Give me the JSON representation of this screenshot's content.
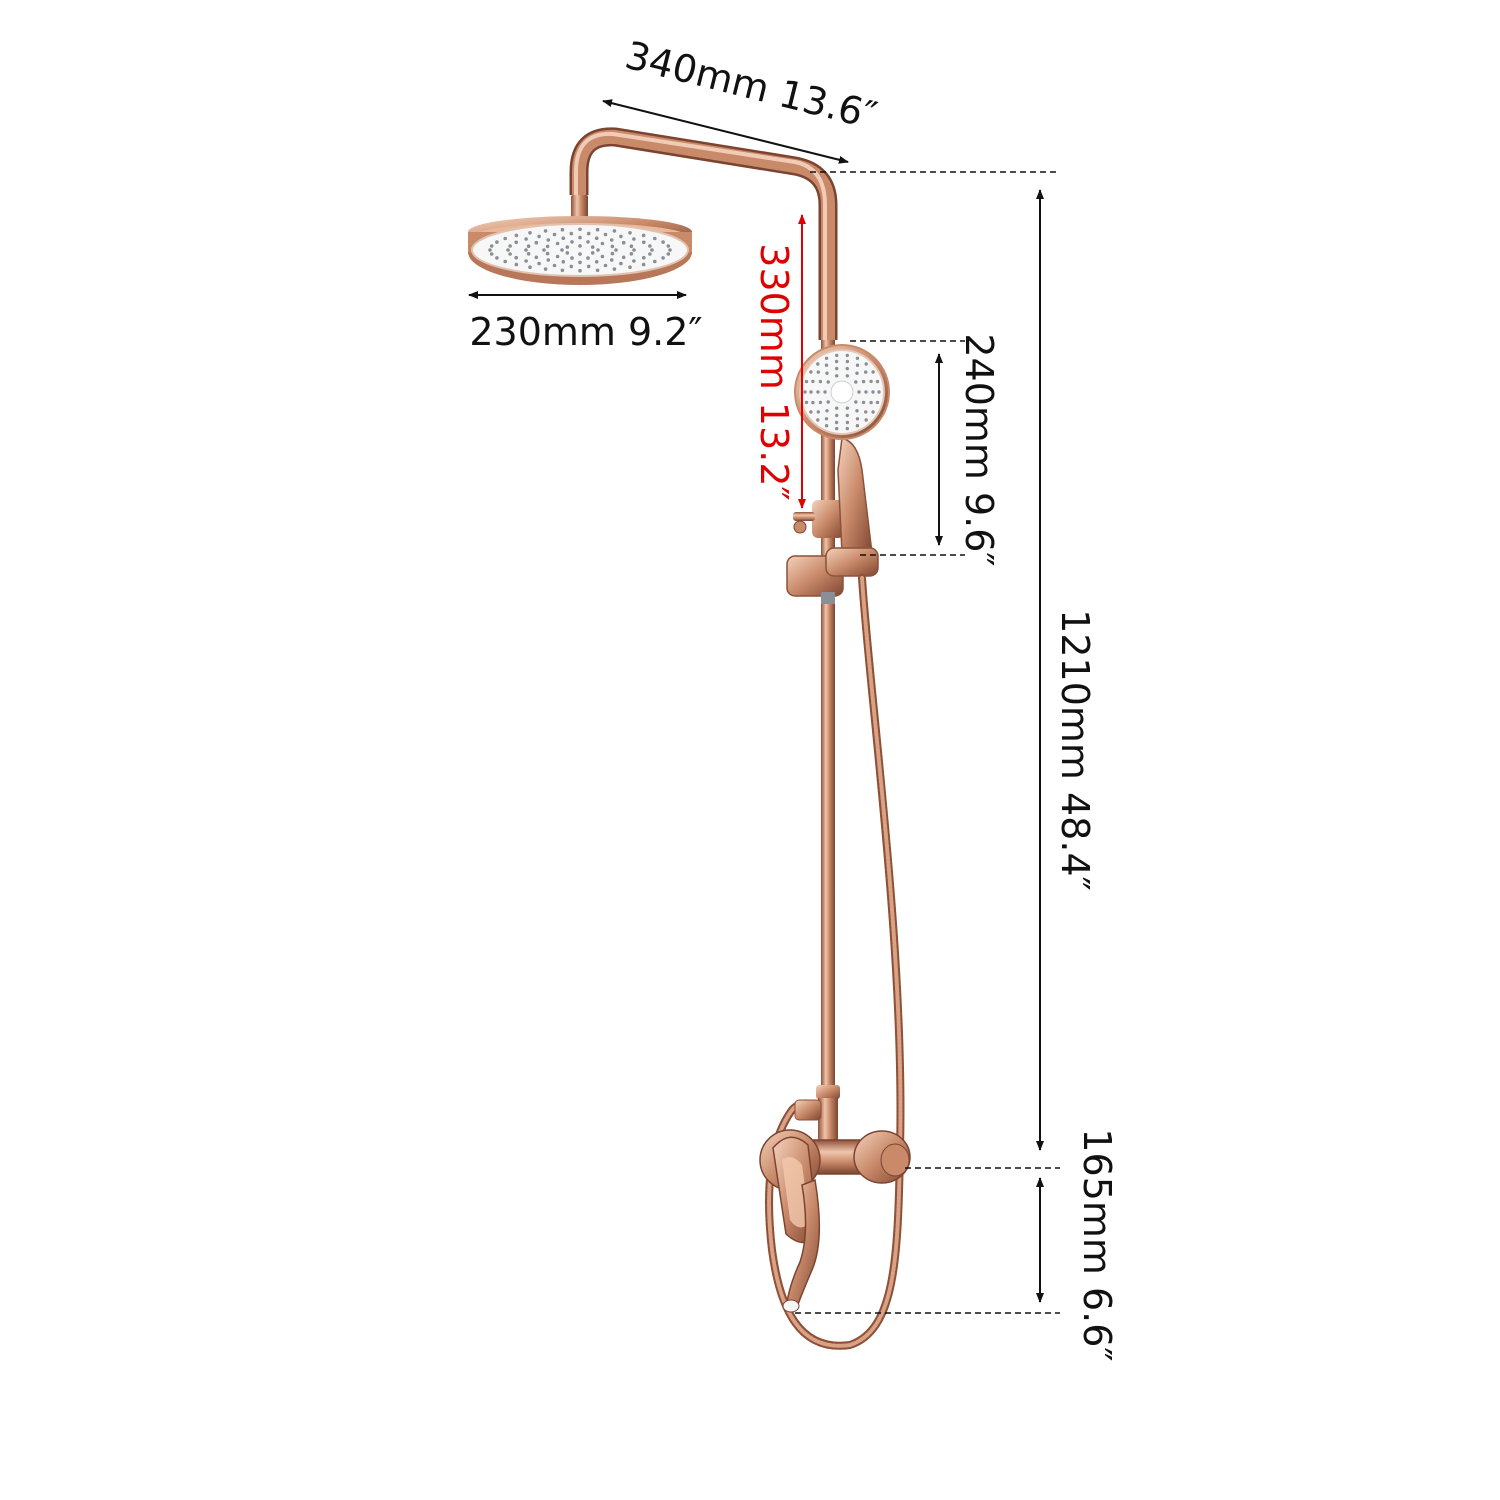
{
  "dimensions": {
    "arm_length": "340mm 13.6″",
    "rain_head_diameter": "230mm 9.2″",
    "rain_to_handshower": "330mm 13.2″",
    "handshower_length": "240mm 9.6″",
    "total_height": "1210mm 48.4″",
    "mixer_to_spout": "165mm 6.6″"
  },
  "colors": {
    "rose_gold": "#c98a6a",
    "rose_gold_dark": "#9a5a40",
    "rose_gold_light": "#f1cdb6",
    "shower_face": "#f7f7f7",
    "nozzle": "#8a8f96",
    "dimension_black": "#111111",
    "dimension_red": "#e00000"
  }
}
